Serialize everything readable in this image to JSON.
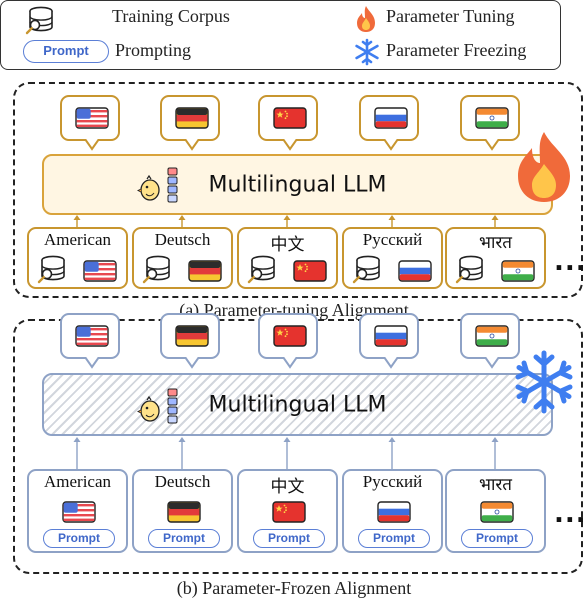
{
  "legend": {
    "training_corpus": "Training Corpus",
    "parameter_tuning": "Parameter Tuning",
    "prompt_badge": "Prompt",
    "prompting": "Prompting",
    "parameter_freezing": "Parameter Freezing"
  },
  "top_panel": {
    "llm_label": "Multilingual LLM",
    "caption": "(a) Parameter-tuning Alignment",
    "languages": [
      "American",
      "Deutsch",
      "中文",
      "Русский",
      "भारत"
    ],
    "ellipsis": "..."
  },
  "bottom_panel": {
    "llm_label": "Multilingual LLM",
    "caption": "(b) Parameter-Frozen Alignment",
    "languages": [
      "American",
      "Deutsch",
      "中文",
      "Русский",
      "भारत"
    ],
    "prompt_badge": "Prompt",
    "ellipsis": "..."
  },
  "flags": [
    "us-flag",
    "germany-flag",
    "china-flag",
    "russia-flag",
    "india-flag"
  ],
  "colors": {
    "tuning_border": "#c8962f",
    "frozen_border": "#8ea2c6",
    "prompt_blue": "#3f67c9",
    "fire": "#f06a3a",
    "snow": "#3f7ef0"
  }
}
